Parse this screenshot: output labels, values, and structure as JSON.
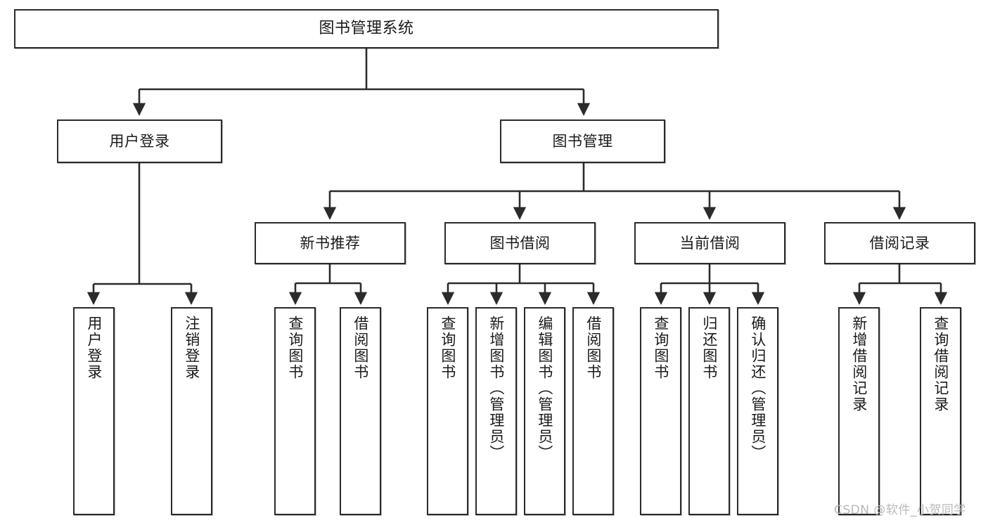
{
  "diagram": {
    "title": "图书管理系统",
    "type": "tree",
    "colors": {
      "stroke": "#2b2b2b",
      "fill": "#ffffff",
      "text": "#1a1a1a",
      "watermark": "#b9b9b9"
    },
    "root": {
      "label": "图书管理系统"
    },
    "level2": [
      {
        "label": "用户登录"
      },
      {
        "label": "图书管理"
      }
    ],
    "level3": [
      {
        "label": "新书推荐"
      },
      {
        "label": "图书借阅"
      },
      {
        "label": "当前借阅"
      },
      {
        "label": "借阅记录"
      }
    ],
    "leaves": {
      "user_login": [
        {
          "label": "用户登录"
        },
        {
          "label": "注销登录"
        }
      ],
      "new_book": [
        {
          "label": "查询图书"
        },
        {
          "label": "借阅图书"
        }
      ],
      "book_borrow": [
        {
          "label": "查询图书"
        },
        {
          "label": "新增图书（管理员）"
        },
        {
          "label": "编辑图书（管理员）"
        },
        {
          "label": "借阅图书"
        }
      ],
      "current_borrow": [
        {
          "label": "查询图书"
        },
        {
          "label": "归还图书"
        },
        {
          "label": "确认归还（管理员）"
        }
      ],
      "borrow_record": [
        {
          "label": "新增借阅记录"
        },
        {
          "label": "查询借阅记录"
        }
      ]
    }
  },
  "watermark": {
    "text": "CSDN @软件_小贺同学"
  }
}
